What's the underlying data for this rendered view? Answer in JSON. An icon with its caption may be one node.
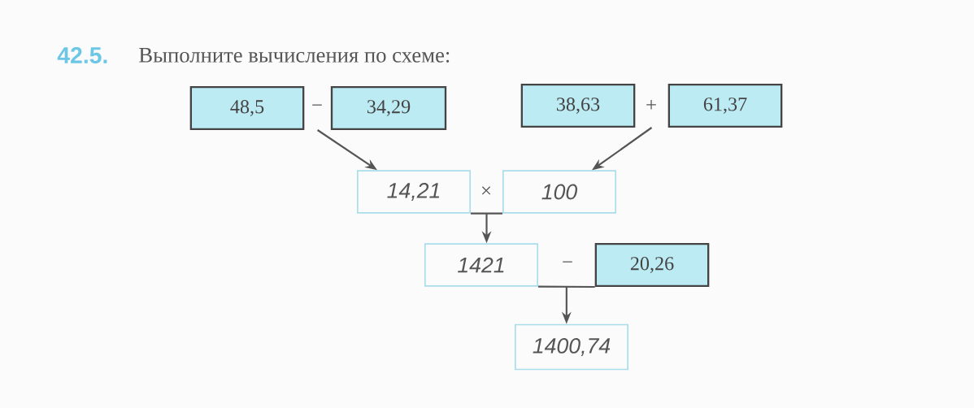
{
  "diagram": {
    "title": "Выполните вычисления по схеме:",
    "nodes": [
      {
        "text": [
          "48,5"
        ]
      },
      {
        "text": [
          "34,29"
        ]
      },
      {
        "text": [
          "38,63"
        ]
      },
      {
        "text": [
          "61,37"
        ]
      },
      {
        "text": [
          "14,21"
        ]
      },
      {
        "text": [
          "100"
        ]
      },
      {
        "text": [
          "1421"
        ]
      },
      {
        "text": [
          "20,26"
        ]
      },
      {
        "text": [
          "1400,74"
        ]
      }
    ],
    "edges": [
      {
        "from": 0,
        "to": 4,
        "arrow": "to"
      },
      {
        "from": 1,
        "to": 4,
        "arrow": "to"
      },
      {
        "from": 2,
        "to": 5,
        "arrow": "to"
      },
      {
        "from": 3,
        "to": 5,
        "arrow": "to"
      },
      {
        "from": 4,
        "to": 6,
        "arrow": "to"
      },
      {
        "from": 5,
        "to": 6,
        "arrow": "to"
      },
      {
        "from": 6,
        "to": 8,
        "arrow": "to"
      },
      {
        "from": 7,
        "to": 8,
        "arrow": "to"
      }
    ],
    "labels": [
      "42.5.",
      "−",
      "+",
      "×",
      "−"
    ]
  }
}
